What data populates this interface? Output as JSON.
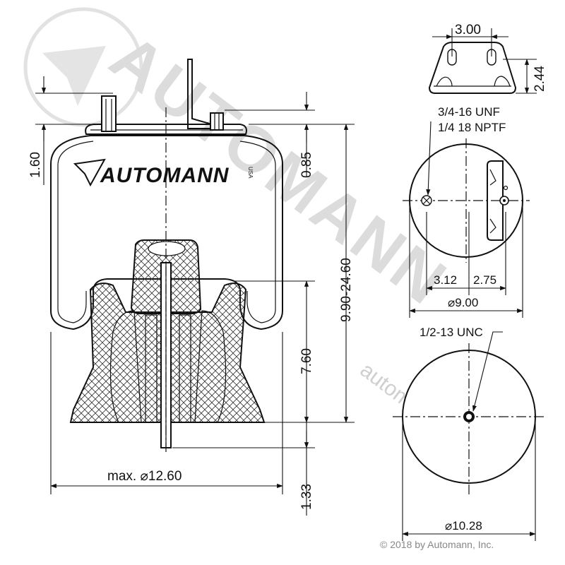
{
  "watermark": {
    "brand": "AUTOMANN",
    "url": "automann.com"
  },
  "logo": {
    "brand": "AUTOMANN",
    "suffix": "USA"
  },
  "copyright": "© 2018 by Automann, Inc.",
  "side_view": {
    "dim_top_offset": "1.60",
    "dim_stud_offset": "0.85",
    "dim_height_range": "9.90-24.60",
    "dim_piston_height": "7.60",
    "dim_bottom_stud": "1.33",
    "dim_max_diameter": "max. ⌀12.60"
  },
  "bracket_view": {
    "dim_width": "3.00",
    "dim_height": "2.44"
  },
  "top_view": {
    "callout_line1": "3/4-16 UNF",
    "callout_line2": "1/4 18 NPTF",
    "dim_left": "3.12",
    "dim_right": "2.75",
    "dim_diameter": "⌀9.00"
  },
  "bottom_view": {
    "callout": "1/2-13 UNC",
    "dim_diameter": "⌀10.28"
  },
  "colors": {
    "line": "#111111",
    "watermark": "#dcdcdc"
  }
}
